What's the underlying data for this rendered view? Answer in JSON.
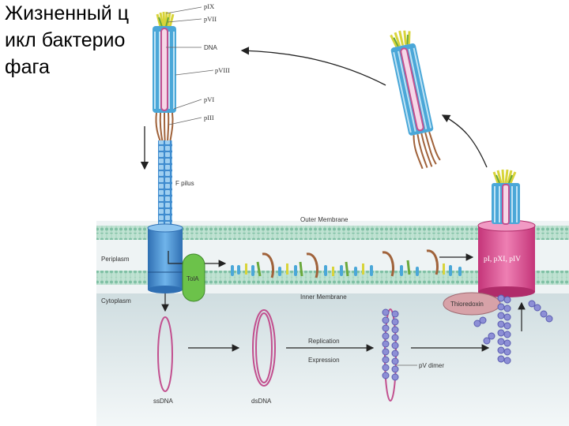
{
  "slide": {
    "title": "Жизненный цикл бактериофага"
  },
  "diagram": {
    "phage_parts": [
      "pIX",
      "pVII",
      "DNA",
      "pVIII",
      "pVI",
      "pIII"
    ],
    "labels": {
      "f_pilus": "F pilus",
      "outer_membrane": "Outer Membrane",
      "periplasm": "Periplasm",
      "inner_membrane": "Inner Membrane",
      "cytoplasm": "Cytoplasm",
      "tola": "TolA",
      "assembly_complex": "pI, pXI, pIV",
      "thioredoxin": "Thioredoxin",
      "ssdna": "ssDNA",
      "dsdna": "dsDNA",
      "replication": "Replication",
      "expression": "Expression",
      "pv_dimer": "pV dimer"
    },
    "colors": {
      "coat_blue": "#4aa7d8",
      "coat_light": "#bfe3f5",
      "dna_pink": "#c2508f",
      "tip_yellow": "#d8d43a",
      "tip_green": "#6aa83b",
      "tail_brown": "#a0623a",
      "membrane": "#9ccfb8",
      "cytoplasm": "#dde8ea",
      "channel_blue": "#3d8fd1",
      "complex_pink": "#d9468b",
      "tola_green": "#6cc24a",
      "pv_purple": "#8d8fd6"
    }
  }
}
